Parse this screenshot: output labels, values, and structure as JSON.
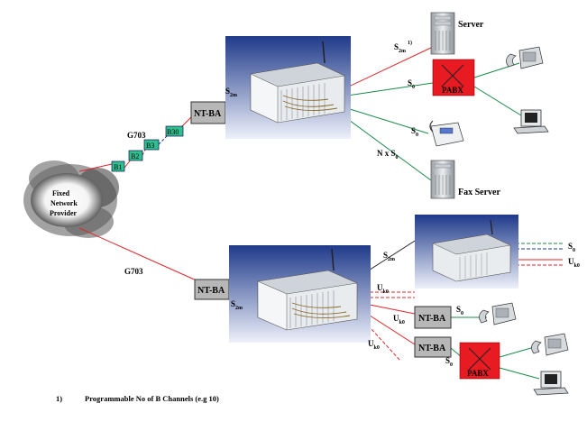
{
  "provider": {
    "line1": "Fixed",
    "line2": "Network",
    "line3": "Provider"
  },
  "top": {
    "g703": "G703",
    "nt_ba": "NT-BA",
    "channels": [
      "B1",
      "B2",
      "B3",
      "B30"
    ],
    "s2m_main": "S",
    "s2m_main_sub": "2m",
    "s2m_server": "S",
    "s2m_server_sub": "2m",
    "s2m_server_sup": "1)",
    "s0_pabx": "S",
    "s0_pabx_sub": "0",
    "s0_fax": "S",
    "s0_fax_sub": "0",
    "nxs0": "N x S",
    "nxs0_sub": "0",
    "server": "Server",
    "pabx": "PABX",
    "fax_server": "Fax Server"
  },
  "bottom": {
    "g703": "G703",
    "nt_ba": "NT-BA",
    "s2m_main": "S",
    "s2m_main_sub": "2m",
    "s2m_remote": "S",
    "s2m_remote_sub": "2m",
    "uk0_1": "U",
    "uk0_1_sub": "k0",
    "uk0_2": "U",
    "uk0_2_sub": "k0",
    "uk0_3": "U",
    "uk0_3_sub": "k0",
    "right_s0": "S",
    "right_s0_sub": "0",
    "right_uk0": "U",
    "right_uk0_sub": "k0",
    "nt_ba_2": "NT-BA",
    "nt_ba_3": "NT-BA",
    "s0_phone": "S",
    "s0_phone_sub": "0",
    "s0_pabx": "S",
    "s0_pabx_sub": "0",
    "pabx": "PABX"
  },
  "footnote": {
    "num": "1)",
    "text": "Programmable No of B Channels (e.g 10)"
  },
  "colors": {
    "red_line": "#e0262a",
    "green_line": "#1a8a4a",
    "dark_line": "#222222",
    "pabx": "#e81b23",
    "channel_box": "#2fbf8f",
    "ntba_box": "#b7b7b7"
  }
}
